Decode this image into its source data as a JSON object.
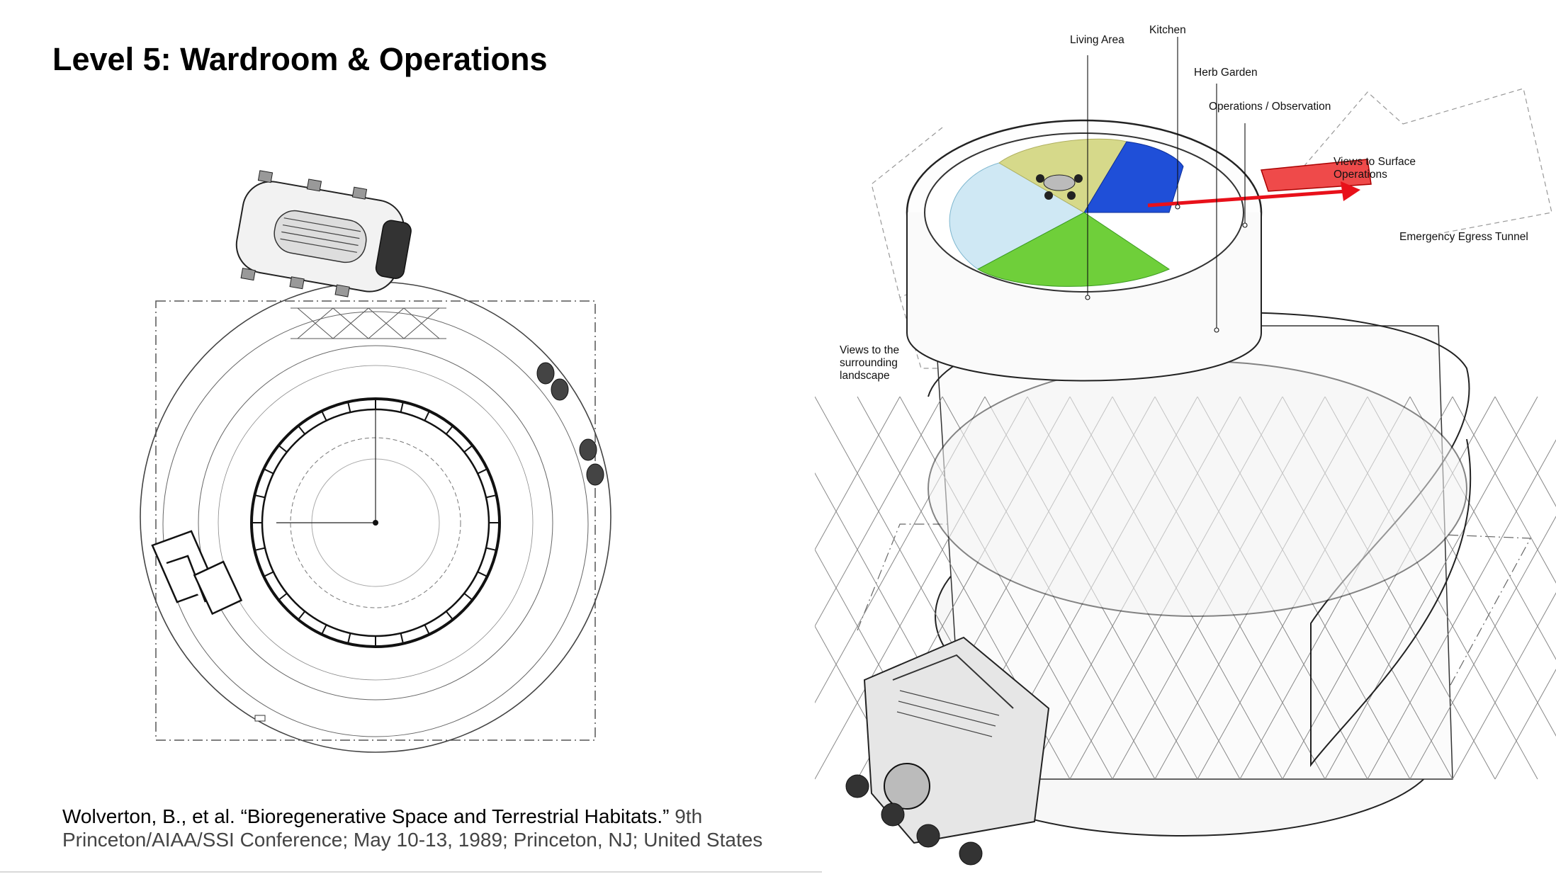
{
  "title": "Level 5: Wardroom & Operations",
  "labels": {
    "living_area": "Living Area",
    "kitchen": "Kitchen",
    "herb_garden": "Herb Garden",
    "operations": "Operations / Observation",
    "views_surface_1": "Views to Surface",
    "views_surface_2": "Operations",
    "emergency": "Emergency Egress Tunnel",
    "views_land_1": "Views to the",
    "views_land_2": "surrounding",
    "views_land_3": "landscape"
  },
  "citation": {
    "line1_main": "Wolverton, B., et al. “Bioregenerative Space and Terrestrial Habitats.”",
    "line1_grey": " 9th",
    "line2": "Princeton/AIAA/SSI Conference; May 10-13, 1989; Princeton, NJ; United States"
  },
  "colors": {
    "living_area": "#cfe8f4",
    "kitchen": "#d6d98a",
    "herb_garden": "#6fcf3a",
    "operations": "#1f4fd8",
    "emergency_tunnel": "#ef4a4a",
    "arrow": "#e8101a"
  }
}
